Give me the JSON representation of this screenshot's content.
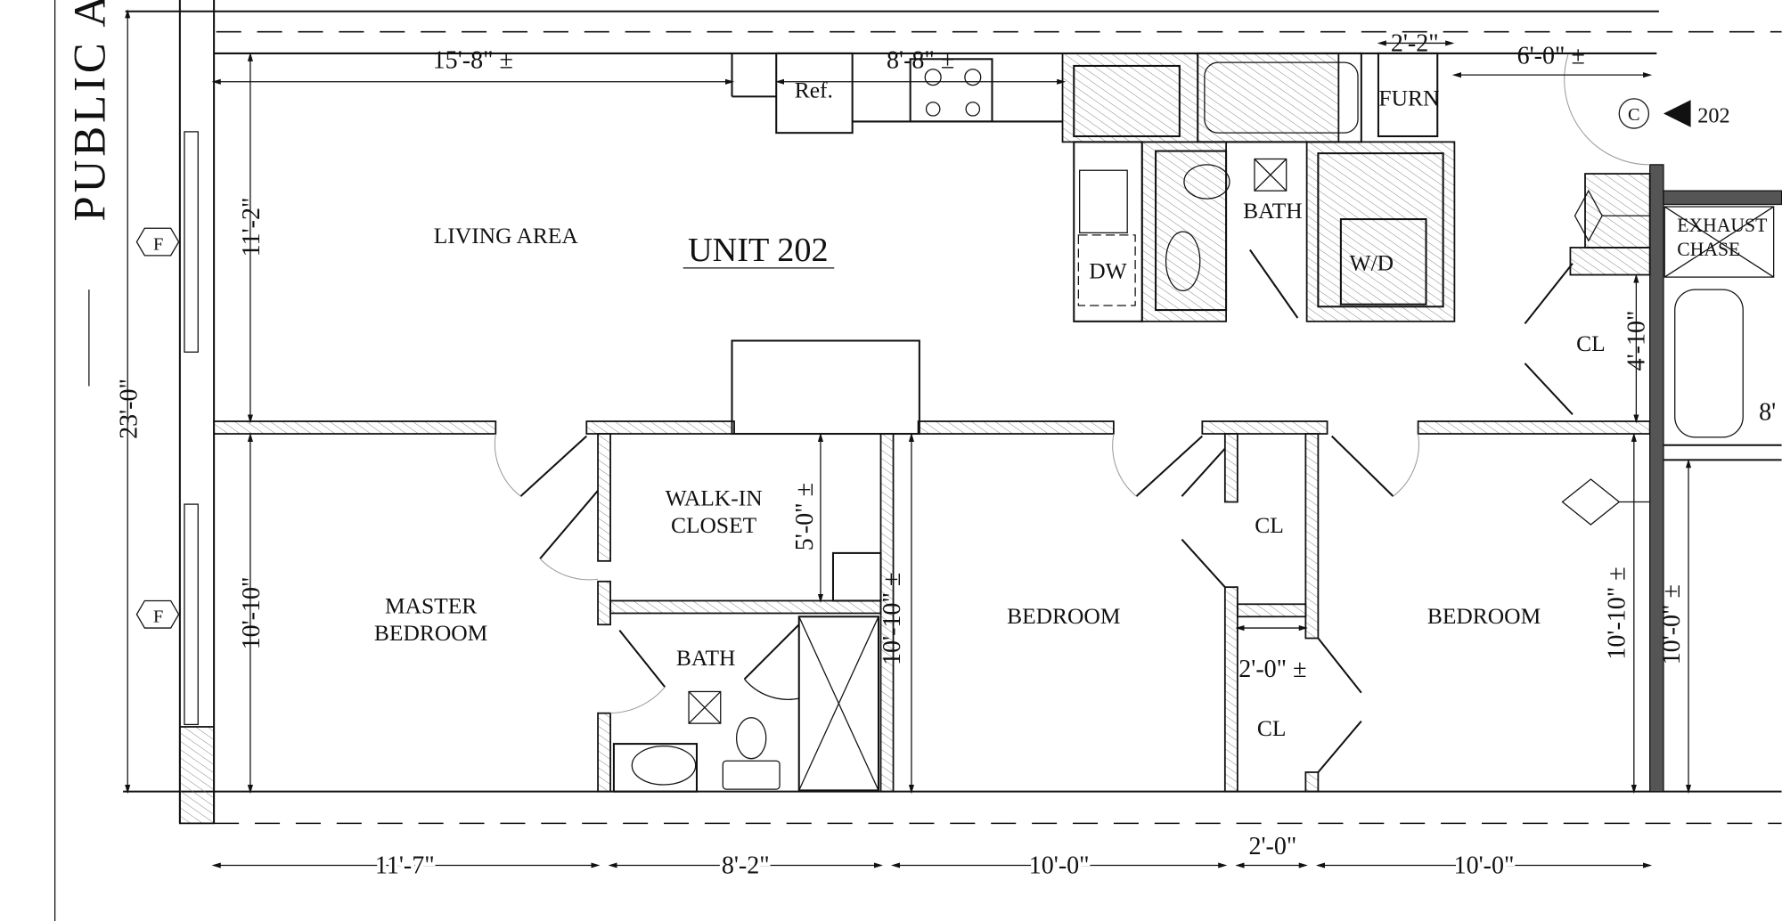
{
  "sheet": {
    "corridor_label": "PUBLIC A",
    "unit_title": "UNIT 202",
    "rooms": {
      "living": "LIVING AREA",
      "master_bedroom": [
        "MASTER",
        "BEDROOM"
      ],
      "walk_in_closet": [
        "WALK-IN",
        "CLOSET"
      ],
      "bath_master": "BATH",
      "bath_main": "BATH",
      "bedroom_1": "BEDROOM",
      "bedroom_2": "BEDROOM",
      "closet_1": "CL",
      "closet_2": "CL",
      "closet_3": "CL",
      "washer_dryer": "W/D",
      "dishwasher": "DW",
      "refrigerator": "Ref.",
      "furnace": "FURN",
      "exhaust_chase": [
        "EXHAUST",
        "CHASE"
      ]
    },
    "tags": {
      "window_tag_1": "F",
      "window_tag_2": "F",
      "door_tag": "C",
      "unit_pointer": "202"
    },
    "dimensions": {
      "top_living": "15'-8\" ±",
      "top_kitchen": "8'-8\" ±",
      "top_furnace": "2'-2\"",
      "top_entry": "6'-0\" ±",
      "left_living": "11'-2\"",
      "left_overall": "23'-0\"",
      "left_master": "10'-10\"",
      "walk_in_depth": "5'-0\" ±",
      "bedroom1_depth": "10'-10\" ±",
      "closet_width": "2'-0\" ±",
      "bedroom2_depth": "10'-10\" ±",
      "hall_closet": "4'-10\"",
      "right_unit": "10'-0\" ±",
      "right_edge": "8'",
      "bottom": [
        "11'-7\"",
        "8'-2\"",
        "10'-0\"",
        "2'-0\"",
        "10'-0\""
      ]
    },
    "colors": {
      "line": "#111111",
      "shaded_wall": "#555555"
    }
  }
}
